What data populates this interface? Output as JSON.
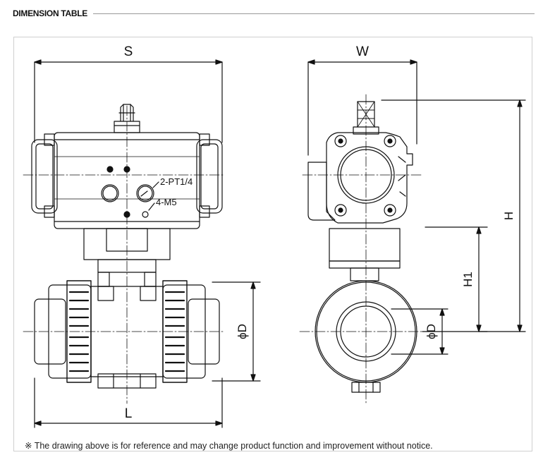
{
  "header": {
    "title": "DIMENSION TABLE"
  },
  "labels": {
    "s": "S",
    "w": "W",
    "l": "L",
    "h": "H",
    "h1": "H1",
    "d_front": "ϕD",
    "d_side": "ϕD",
    "port": "2-PT1/4",
    "screw": "4-M5"
  },
  "note": "※ The drawing above is for reference and may change product function and improvement without notice."
}
